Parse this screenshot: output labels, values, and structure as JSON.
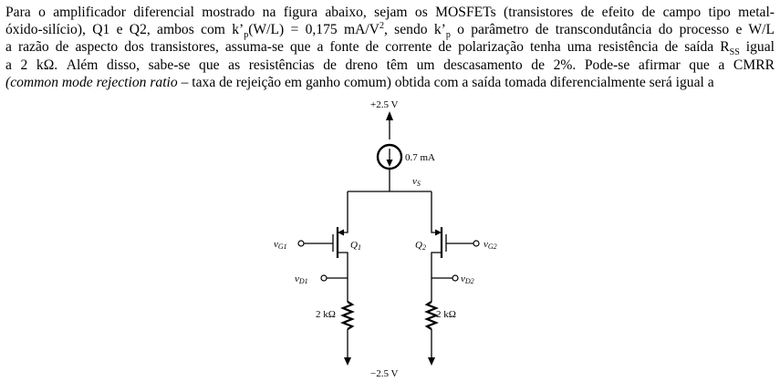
{
  "question": {
    "line1": "Para o amplificador diferencial mostrado na figura abaixo, sejam os MOSFETs (transistores de efeito de campo tipo metal-",
    "line2a": "óxido-silício), Q1 e Q2, ambos com k’",
    "line2_sub_p1": "p",
    "line2b": "(W/L) = 0,175 mA/V",
    "line2_sup": "2",
    "line2c": ", sendo k’",
    "line2_sub_p2": "p",
    "line2d": " o parâmetro de transcondutância do processo e W/L",
    "line3a": "a razão de aspecto dos transistores, assuma-se que a fonte de corrente de polarização tenha uma resistência de saída R",
    "line3_sub": "SS",
    "line3b": " igual",
    "line4": "a 2 kΩ. Além disso, sabe-se que as resistências de dreno têm um descasamento de 2%. Pode-se afirmar que a CMRR",
    "line5_italic": "(common mode rejection ratio",
    "line5_rest": " – taxa de rejeição em ganho comum) obtida com a saída tomada diferencialmente será igual a"
  },
  "circuit": {
    "vdd_label": "+2.5 V",
    "vss_label": "−2.5 V",
    "current_source_label": "0.7 mA",
    "vs_label": "v",
    "vs_sub": "S",
    "q1_label": "Q",
    "q1_sub": "1",
    "q2_label": "Q",
    "q2_sub": "2",
    "vg1_label": "v",
    "vg1_sub": "G1",
    "vg2_label": "v",
    "vg2_sub": "G2",
    "vd1_label": "v",
    "vd1_sub": "D1",
    "vd2_label": "v",
    "vd2_sub": "D2",
    "r1_label": "2 kΩ",
    "r2_label": "2 kΩ"
  }
}
